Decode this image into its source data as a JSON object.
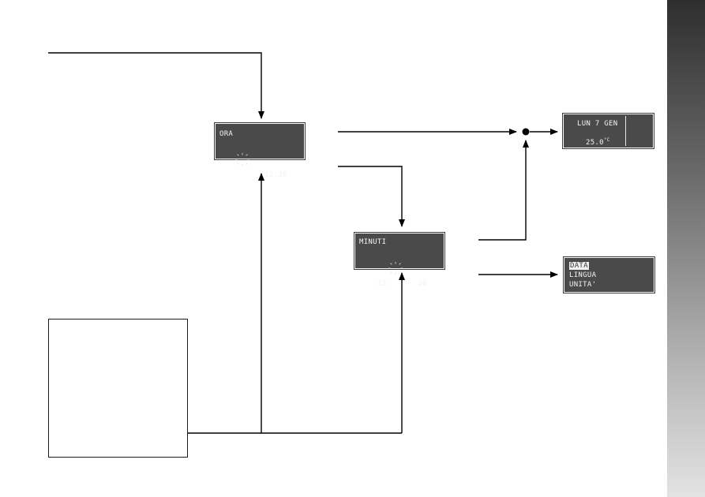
{
  "lcd_ora": {
    "line1": "ORA",
    "digits_hh": "12",
    "sep": ":",
    "digits_mm": "30"
  },
  "lcd_minuti": {
    "line1": "MINUTI",
    "digits_hh": "12",
    "sep": ":",
    "digits_mm": "30"
  },
  "lcd_date": {
    "line1": "LUN 7 GEN",
    "line2": "25.0",
    "unit": "°C"
  },
  "lcd_menu": {
    "items": [
      "DATA",
      "LINGUA",
      "UNITA'"
    ],
    "selected": "DATA"
  },
  "colors": {
    "lcd_bg": "#4a4a4a",
    "lcd_text": "#f2f2f2",
    "line": "#000000"
  }
}
